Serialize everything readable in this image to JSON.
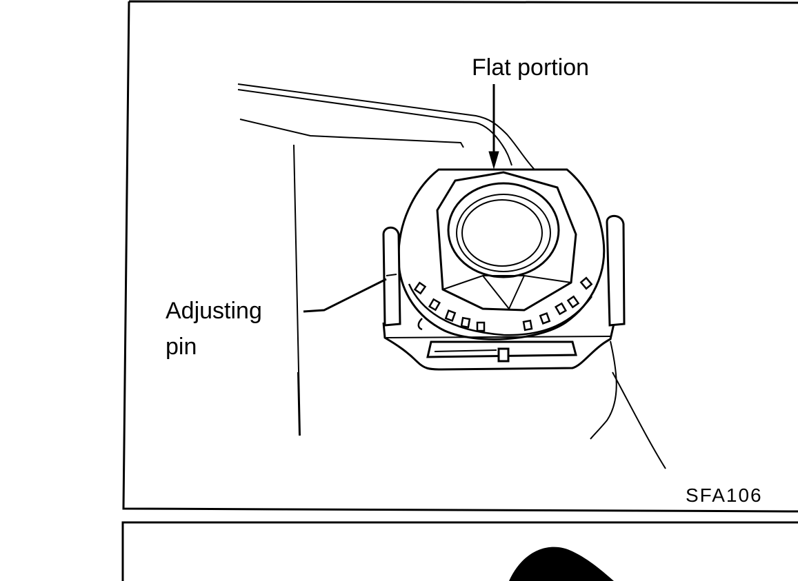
{
  "figure": {
    "labels": {
      "flat_portion": "Flat portion",
      "adjusting_line1": "Adjusting",
      "adjusting_line2": "pin",
      "figure_code": "SFA106"
    },
    "colors": {
      "ink": "#000000",
      "paper": "#ffffff"
    }
  }
}
